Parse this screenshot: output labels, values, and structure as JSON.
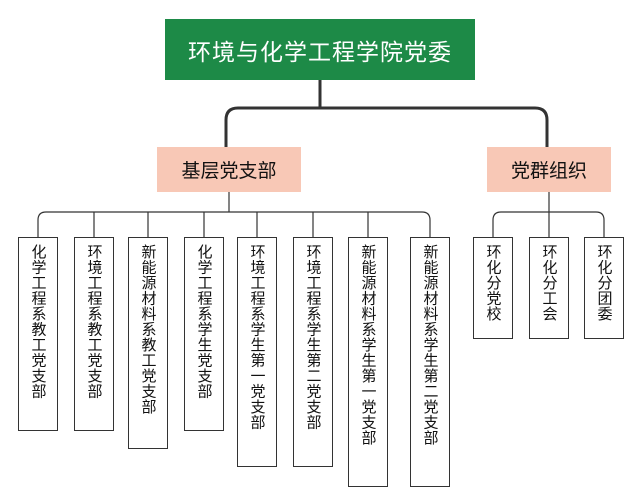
{
  "root": {
    "label": "环境与化学工程学院党委"
  },
  "branches": [
    {
      "label": "基层党支部",
      "children": [
        "化学工程系教工党支部",
        "环境工程系教工党支部",
        "新能源材料系教工党支部",
        "化学工程系学生党支部",
        "环境工程系学生第一党支部",
        "环境工程系学生第二党支部",
        "新能源材料系学生第一党支部",
        "新能源材料系学生第二党支部"
      ]
    },
    {
      "label": "党群组织",
      "children": [
        "环化分党校",
        "环化分工会",
        "环化分团委"
      ]
    }
  ],
  "colors": {
    "root": "#1d8a47",
    "branch": "#f8c8b6",
    "line": "#333333"
  }
}
